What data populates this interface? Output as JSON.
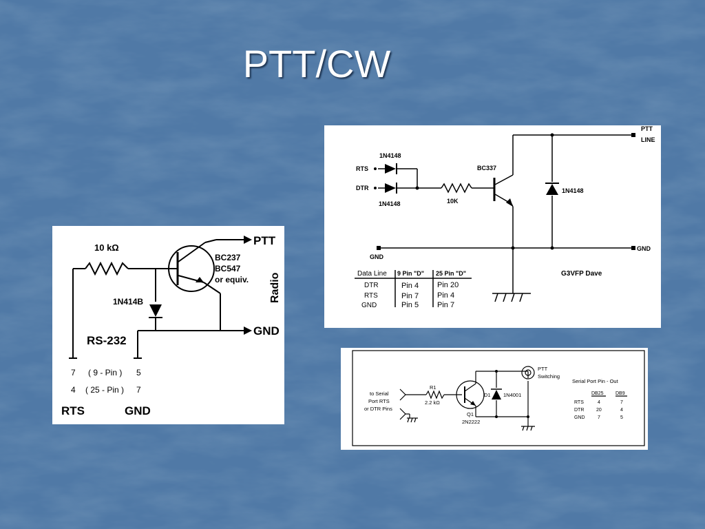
{
  "slide": {
    "title": "PTT/CW",
    "background_color": "#4f76a3"
  },
  "left_circuit": {
    "resistor": "10 kΩ",
    "transistor_types": [
      "BC237",
      "BC547",
      "or equiv."
    ],
    "diode": "1N414B",
    "ptt": "PTT",
    "gnd": "GND",
    "radio": "Radio",
    "rs232": "RS-232",
    "pin_table": [
      [
        "7",
        "( 9 - Pin )",
        "5"
      ],
      [
        "4",
        "( 25 - Pin )",
        "7"
      ]
    ],
    "rts": "RTS",
    "gnd_bottom": "GND"
  },
  "right_circuit": {
    "ptt_line": [
      "PTT",
      "LINE"
    ],
    "diode_top": "1N4148",
    "diode_bottom": "1N4148",
    "rts": "RTS",
    "dtr": "DTR",
    "transistor": "BC337",
    "resistor": "10K",
    "diode_right": "1N4148",
    "gnd_left": "GND",
    "gnd_right": "GND",
    "author": "G3VFP Dave",
    "table_headers": [
      "Data Line",
      "9 Pin \"D\"",
      "25 Pin \"D\""
    ],
    "table_rows": [
      [
        "DTR",
        "Pin 4",
        "Pin 20"
      ],
      [
        "RTS",
        "Pin 7",
        "Pin 4"
      ],
      [
        "GND",
        "Pin 5",
        "Pin 7"
      ]
    ]
  },
  "bottom_circuit": {
    "input_label": [
      "to Serial",
      "Port RTS",
      "or DTR Pins"
    ],
    "resistor_name": "R1",
    "resistor_value": "2.2 kΩ",
    "transistor_name": "Q1",
    "transistor_type": "2N2222",
    "diode_name": "D1",
    "diode_type": "1N4001",
    "ptt_label": [
      "PTT",
      "Switching"
    ],
    "pinout_title": "Serial Port Pin - Out",
    "pinout_headers": [
      "DB25",
      "DB9"
    ],
    "pinout_rows": [
      [
        "RTS",
        "4",
        "7"
      ],
      [
        "DTR",
        "20",
        "4"
      ],
      [
        "GND",
        "7",
        "5"
      ]
    ]
  }
}
